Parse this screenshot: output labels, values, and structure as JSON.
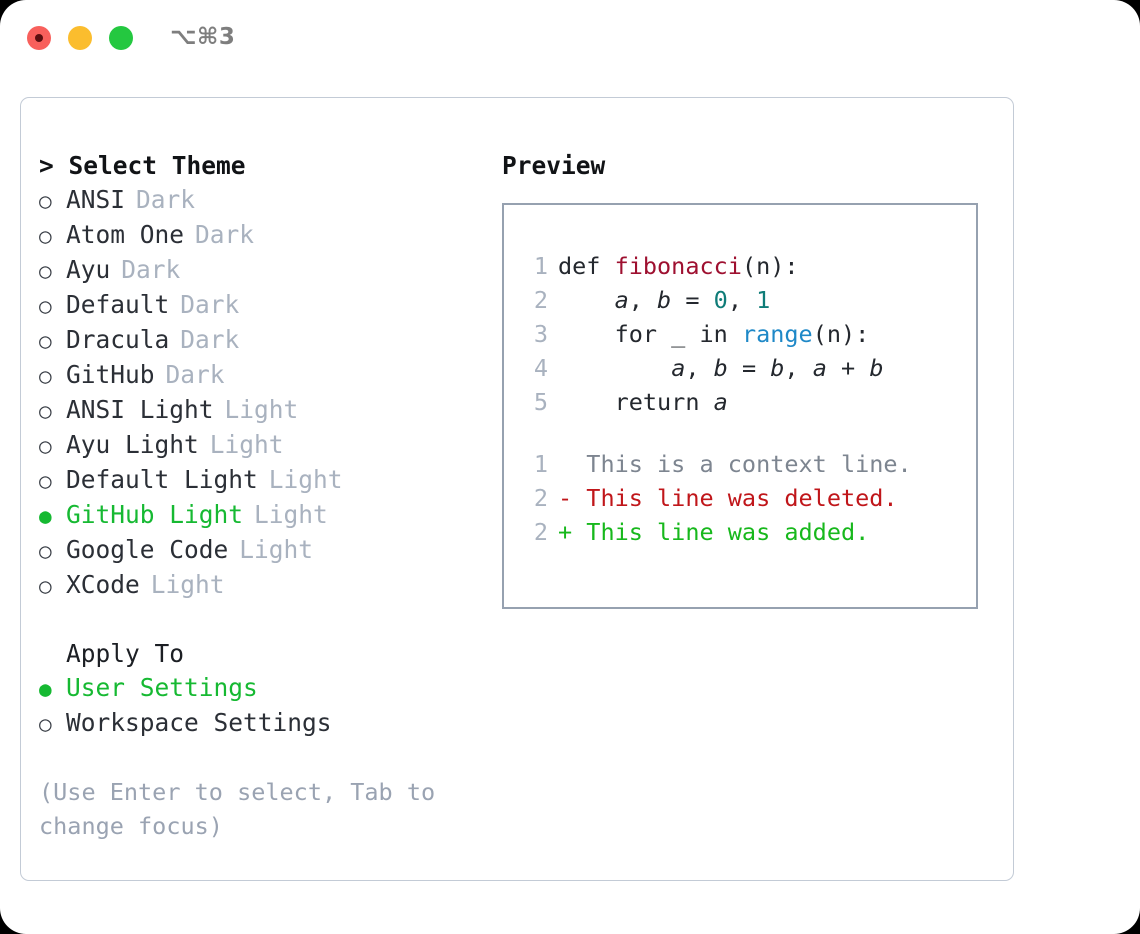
{
  "titlebar": {
    "shortcut": "⌥⌘3",
    "buttons": [
      {
        "name": "close",
        "color": "#f8605c"
      },
      {
        "name": "minimize",
        "color": "#fbbd2e"
      },
      {
        "name": "zoom",
        "color": "#24c840"
      }
    ]
  },
  "theme_list": {
    "header": "> Select Theme",
    "marker_unselected": "○",
    "marker_selected": "●",
    "items": [
      {
        "name": "ANSI",
        "variant": "Dark",
        "selected": false
      },
      {
        "name": "Atom One",
        "variant": "Dark",
        "selected": false
      },
      {
        "name": "Ayu",
        "variant": "Dark",
        "selected": false
      },
      {
        "name": "Default",
        "variant": "Dark",
        "selected": false
      },
      {
        "name": "Dracula",
        "variant": "Dark",
        "selected": false
      },
      {
        "name": "GitHub",
        "variant": "Dark",
        "selected": false
      },
      {
        "name": "ANSI Light",
        "variant": "Light",
        "selected": false
      },
      {
        "name": "Ayu Light",
        "variant": "Light",
        "selected": false
      },
      {
        "name": "Default Light",
        "variant": "Light",
        "selected": false
      },
      {
        "name": "GitHub Light",
        "variant": "Light",
        "selected": true
      },
      {
        "name": "Google Code",
        "variant": "Light",
        "selected": false
      },
      {
        "name": "XCode",
        "variant": "Light",
        "selected": false
      }
    ]
  },
  "apply_to": {
    "header": "Apply To",
    "items": [
      {
        "name": "User Settings",
        "selected": true
      },
      {
        "name": "Workspace Settings",
        "selected": false
      }
    ]
  },
  "hint": "(Use Enter to select, Tab to change focus)",
  "preview": {
    "title": "Preview",
    "code_lines": [
      {
        "number": "1",
        "tokens": [
          {
            "text": "def ",
            "type": "plain"
          },
          {
            "text": "fibonacci",
            "type": "fn"
          },
          {
            "text": "(n):",
            "type": "plain"
          }
        ]
      },
      {
        "number": "2",
        "tokens": [
          {
            "text": "    ",
            "type": "plain"
          },
          {
            "text": "a",
            "type": "var"
          },
          {
            "text": ", ",
            "type": "plain"
          },
          {
            "text": "b",
            "type": "var"
          },
          {
            "text": " = ",
            "type": "plain"
          },
          {
            "text": "0",
            "type": "num"
          },
          {
            "text": ", ",
            "type": "plain"
          },
          {
            "text": "1",
            "type": "num"
          }
        ]
      },
      {
        "number": "3",
        "tokens": [
          {
            "text": "    for _ in ",
            "type": "plain"
          },
          {
            "text": "range",
            "type": "call"
          },
          {
            "text": "(n):",
            "type": "plain"
          }
        ]
      },
      {
        "number": "4",
        "tokens": [
          {
            "text": "        ",
            "type": "plain"
          },
          {
            "text": "a",
            "type": "var"
          },
          {
            "text": ", ",
            "type": "plain"
          },
          {
            "text": "b",
            "type": "var"
          },
          {
            "text": " = ",
            "type": "plain"
          },
          {
            "text": "b",
            "type": "var"
          },
          {
            "text": ", ",
            "type": "plain"
          },
          {
            "text": "a",
            "type": "var"
          },
          {
            "text": " + ",
            "type": "plain"
          },
          {
            "text": "b",
            "type": "var"
          }
        ]
      },
      {
        "number": "5",
        "tokens": [
          {
            "text": "    return ",
            "type": "plain"
          },
          {
            "text": "a",
            "type": "var"
          }
        ]
      }
    ],
    "diff_lines": [
      {
        "number": "1",
        "sign": " ",
        "text": "This is a context line.",
        "kind": "context"
      },
      {
        "number": "2",
        "sign": "-",
        "text": "This line was deleted.",
        "kind": "deleted"
      },
      {
        "number": "2",
        "sign": "+",
        "text": "This line was added.",
        "kind": "added"
      }
    ]
  },
  "colors": {
    "accent_green": "#16b932",
    "muted": "#a9b2bf",
    "function": "#9e1030",
    "number": "#0f7c78",
    "call": "#1e88c7",
    "diff_added": "#17b81c",
    "diff_deleted": "#c0161a",
    "border": "#96a1b0"
  }
}
